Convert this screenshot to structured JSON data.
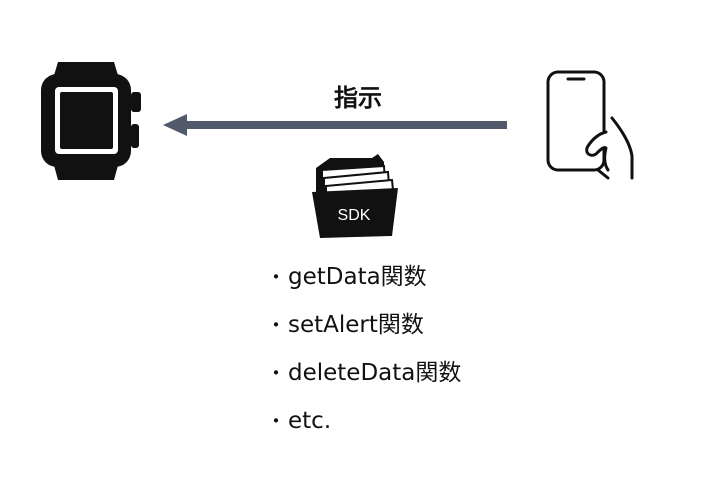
{
  "diagram": {
    "instruction_label": "指示",
    "sdk_label": "SDK",
    "functions": [
      {
        "bullet": "・",
        "text": "getData関数"
      },
      {
        "bullet": "・",
        "text": "setAlert関数"
      },
      {
        "bullet": "・",
        "text": "deleteData関数"
      },
      {
        "bullet": "・",
        "text": "etc."
      }
    ]
  },
  "colors": {
    "arrow": "#515a6a",
    "icon": "#111111"
  },
  "icons": {
    "left": "smartwatch-icon",
    "right": "smartphone-hand-icon",
    "middle": "sdk-folder-icon"
  }
}
